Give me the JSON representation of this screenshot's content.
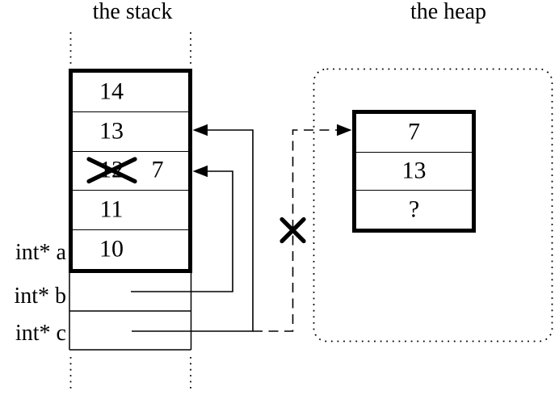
{
  "diagram": {
    "stack": {
      "title": "the stack",
      "frame_cells": [
        {
          "value": "14"
        },
        {
          "value": "13"
        },
        {
          "value": "12",
          "crossed_out": true,
          "new_value": "7"
        },
        {
          "value": "11"
        },
        {
          "value": "10"
        }
      ],
      "variables": [
        {
          "label": "int* a"
        },
        {
          "label": "int* b"
        },
        {
          "label": "int* c"
        }
      ]
    },
    "heap": {
      "title": "the heap",
      "block_cells": [
        {
          "value": "7"
        },
        {
          "value": "13"
        },
        {
          "value": "?"
        }
      ]
    },
    "pointers": [
      {
        "name": "b-to-stack-cell-7",
        "style": "solid",
        "crossed_out": false
      },
      {
        "name": "c-to-stack-cell-13",
        "style": "solid",
        "crossed_out": false
      },
      {
        "name": "dangling-pointer-to-heap-block",
        "style": "dashed",
        "crossed_out": true
      }
    ],
    "colors": {
      "ink": "#000000",
      "background": "#ffffff"
    }
  }
}
